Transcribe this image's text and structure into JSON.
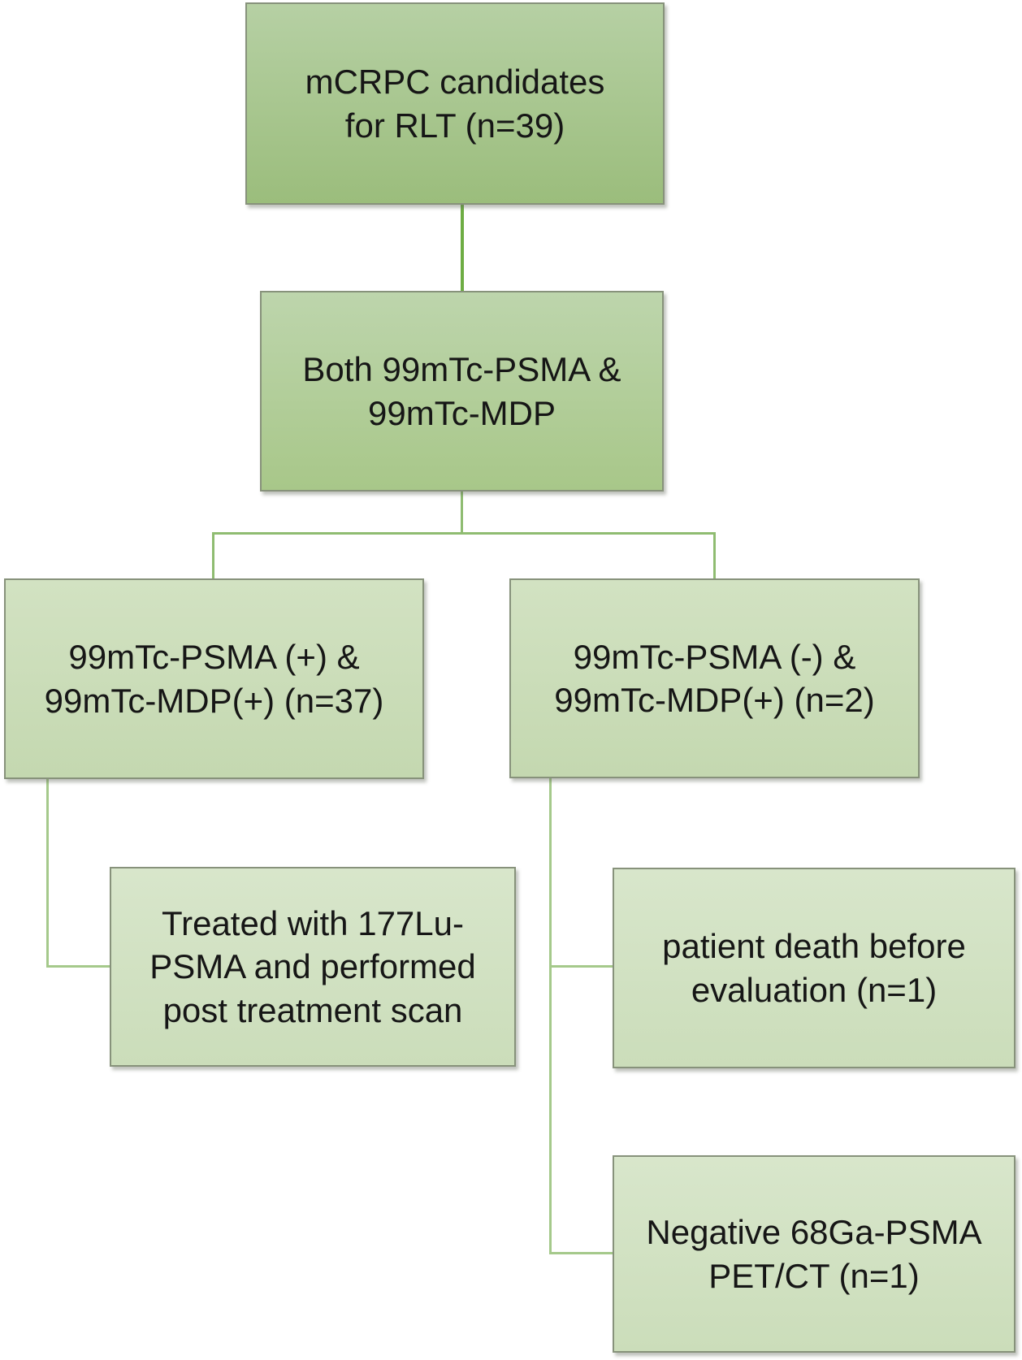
{
  "flowchart": {
    "title": "mCRPC radioligand therapy patient flow diagram",
    "background_color": "#ffffff",
    "colors": {
      "node_dark_gradient_top": "#b6d0a4",
      "node_dark_gradient_bottom": "#9bbd7c",
      "node_medium_gradient_top": "#bdd5ac",
      "node_medium_gradient_bottom": "#a8c789",
      "node_light_gradient_top": "#d2e2c2",
      "node_light_gradient_bottom": "#c4d8b0",
      "node_lighter_gradient_top": "#d8e6cb",
      "node_lighter_gradient_bottom": "#cbddba",
      "node_border": "#87927b",
      "connector_bright_green": "#6ead44",
      "connector_mid_green": "#8fbc71",
      "connector_pale_green": "#a5c98b",
      "text": "#161616"
    },
    "nodes": [
      {
        "id": "mcrpc",
        "text": "mCRPC candidates for RLT (n=39)",
        "lines": [
          "mCRPC candidates",
          "for RLT (n=39)"
        ],
        "n": 39
      },
      {
        "id": "both",
        "text": "Both 99mTc-PSMA & 99mTc-MDP",
        "lines": [
          "Both 99mTc-PSMA &",
          "99mTc-MDP"
        ]
      },
      {
        "id": "psma-pos",
        "text": "99mTc-PSMA (+) & 99mTc-MDP(+) (n=37)",
        "lines": [
          "99mTc-PSMA (+) &",
          "99mTc-MDP(+) (n=37)"
        ],
        "n": 37
      },
      {
        "id": "psma-neg",
        "text": "99mTc-PSMA (-) & 99mTc-MDP(+) (n=2)",
        "lines": [
          "99mTc-PSMA (-) &",
          "99mTc-MDP(+) (n=2)"
        ],
        "n": 2
      },
      {
        "id": "treated",
        "text": "Treated with 177Lu-PSMA and performed post treatment scan",
        "lines": [
          "Treated with 177Lu-",
          "PSMA and performed",
          "post treatment scan"
        ]
      },
      {
        "id": "death",
        "text": "patient death before evaluation (n=1)",
        "lines": [
          "patient death before",
          "evaluation (n=1)"
        ],
        "n": 1
      },
      {
        "id": "negative",
        "text": "Negative 68Ga-PSMA PET/CT (n=1)",
        "lines": [
          "Negative 68Ga-PSMA",
          "PET/CT (n=1)"
        ],
        "n": 1
      }
    ],
    "edges": [
      {
        "from": "mcrpc",
        "to": "both"
      },
      {
        "from": "both",
        "to": "psma-pos"
      },
      {
        "from": "both",
        "to": "psma-neg"
      },
      {
        "from": "psma-pos",
        "to": "treated"
      },
      {
        "from": "psma-neg",
        "to": "death"
      },
      {
        "from": "psma-neg",
        "to": "negative"
      }
    ]
  }
}
